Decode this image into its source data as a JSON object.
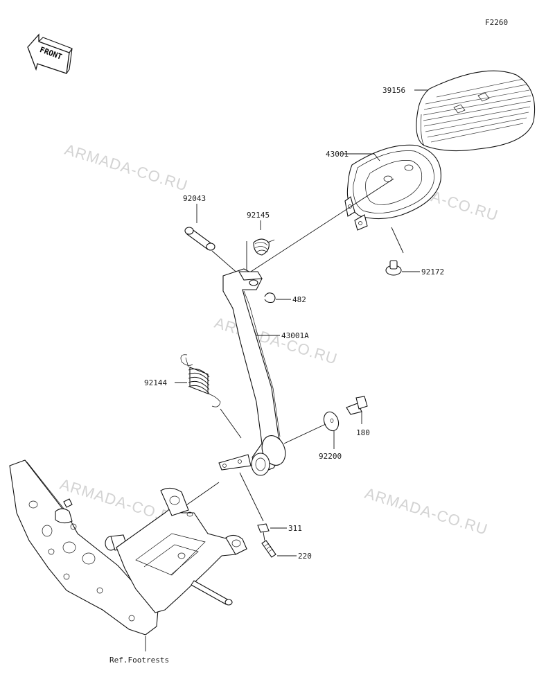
{
  "figure_code": "F2260",
  "front_label": "FRONT",
  "watermark": "ARMADA-CO.RU",
  "parts": {
    "p39156": "39156",
    "p43001": "43001",
    "p92043": "92043",
    "p92145": "92145",
    "p92172": "92172",
    "p482": "482",
    "p43001A": "43001A",
    "p92144": "92144",
    "p180": "180",
    "p92200": "92200",
    "p311": "311",
    "p220": "220"
  },
  "ref_label": "Ref.Footrests"
}
